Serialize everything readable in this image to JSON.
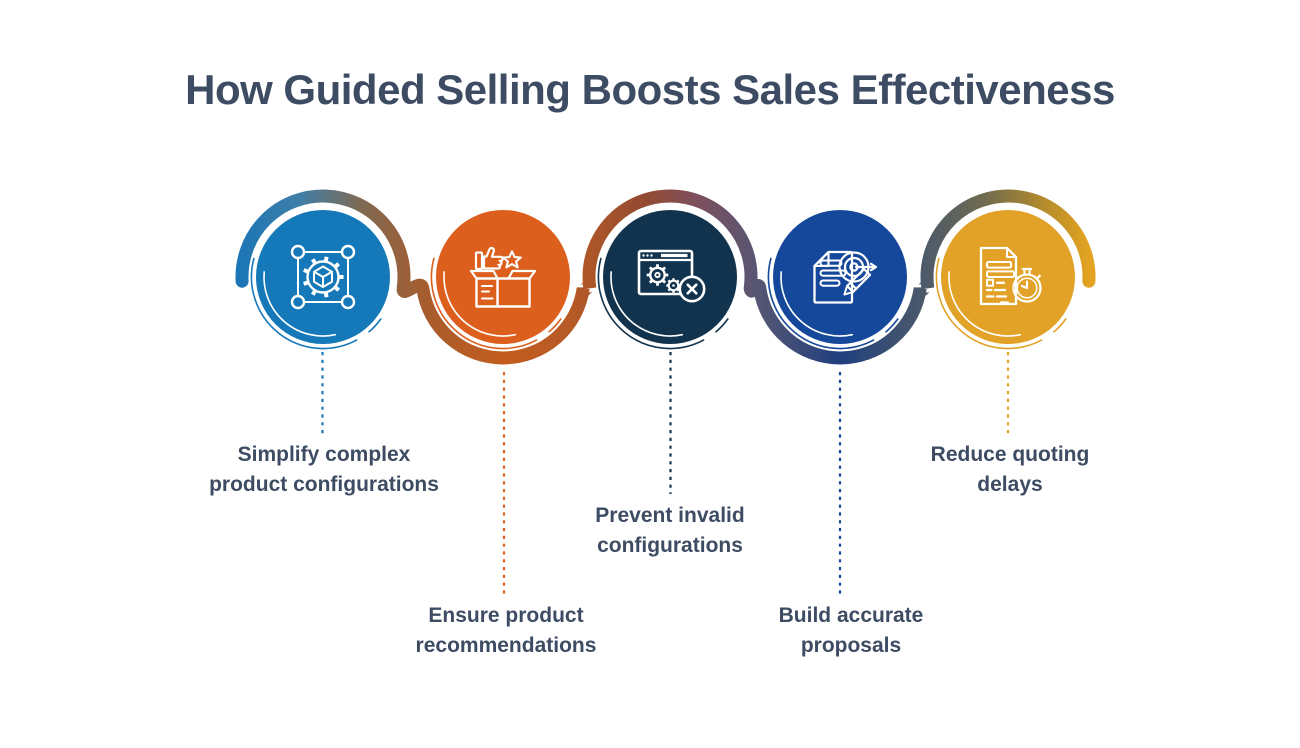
{
  "background_color": "#ffffff",
  "title": {
    "text": "How Guided Selling Boosts Sales Effectiveness",
    "color": "#3d4c63"
  },
  "text_color": "#3d4c63",
  "steps": [
    {
      "label": "Simplify complex product configurations",
      "label_lines": [
        "Simplify complex",
        "product configurations"
      ],
      "color": "#1478b9",
      "icon": "cube-gear-configuration-icon",
      "label_row": "top"
    },
    {
      "label": "Ensure product recommendations",
      "label_lines": [
        "Ensure product",
        "recommendations"
      ],
      "color": "#dd5f1d",
      "icon": "thumbs-up-product-box-icon",
      "label_row": "bottom"
    },
    {
      "label": "Prevent invalid configurations",
      "label_lines": [
        "Prevent invalid",
        "configurations"
      ],
      "color": "#11334d",
      "icon": "window-gears-error-icon",
      "label_row": "middle"
    },
    {
      "label": "Build accurate proposals",
      "label_lines": [
        "Build accurate",
        "proposals"
      ],
      "color": "#15489a",
      "icon": "document-target-pencil-icon",
      "label_row": "bottom"
    },
    {
      "label": "Reduce quoting delays",
      "label_lines": [
        "Reduce quoting",
        "delays"
      ],
      "color": "#e2a227",
      "icon": "document-stopwatch-icon",
      "label_row": "top"
    }
  ],
  "ribbon_gradient": [
    "#1d76b5",
    "#3f7fa8",
    "#7e6a55",
    "#a95c2b",
    "#c35c1e",
    "#b75a26",
    "#934a31",
    "#7b5060",
    "#555673",
    "#1f3f7e",
    "#4d5a6a",
    "#6f6b4f",
    "#b58c2b",
    "#e3a321"
  ]
}
